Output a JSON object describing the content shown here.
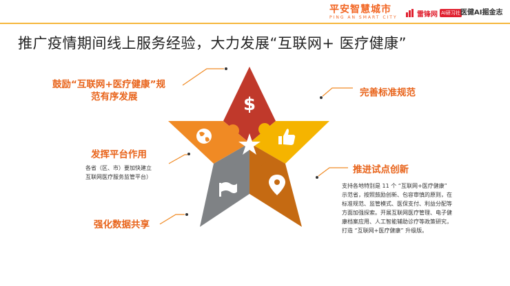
{
  "header": {
    "brand_main": "平安智慧城市",
    "brand_sub": "PING AN SMART CITY",
    "brand_partner": "雷锋网",
    "brand_partner_tag": "AI研习社",
    "brand_third": "医健AI掘金志"
  },
  "title": "推广疫情期间线上服务经验，大力发展“互联网+ 医疗健康”",
  "items": [
    {
      "label_line1": "鼓励“互联网+医疗健康”规",
      "label_line2": "范有序发展",
      "icon": "dollar-icon",
      "color": "#c0392b"
    },
    {
      "label": "完善标准规范",
      "icon": "thumbs-up-icon",
      "color": "#f5b400"
    },
    {
      "label": "推进试点创新",
      "icon": "map-pin-icon",
      "color": "#c56a12",
      "desc": [
        "支持各地特别是 11 个 “互联网+医疗健康”",
        "示范省，按照鼓励创新、包容审慎的原则，在",
        "标准规范、监管模式、医保支付、利益分配等",
        "方面加强探索。开展互联网医疗管理、电子健",
        "康档案应用、人工智能辅助诊疗等政策研究，",
        "打造 “互联网+医疗健康” 升级版。"
      ]
    },
    {
      "label": "强化数据共享",
      "icon": "flag-icon",
      "color": "#7f8285"
    },
    {
      "label": "发挥平台作用",
      "icon": "globe-icon",
      "color": "#f08a24",
      "desc": [
        "各省（区、市）要加快建立",
        "互联网医疗服务监管平台）"
      ]
    }
  ],
  "colors": {
    "accent": "#e8631a",
    "center": "#ffffff"
  }
}
